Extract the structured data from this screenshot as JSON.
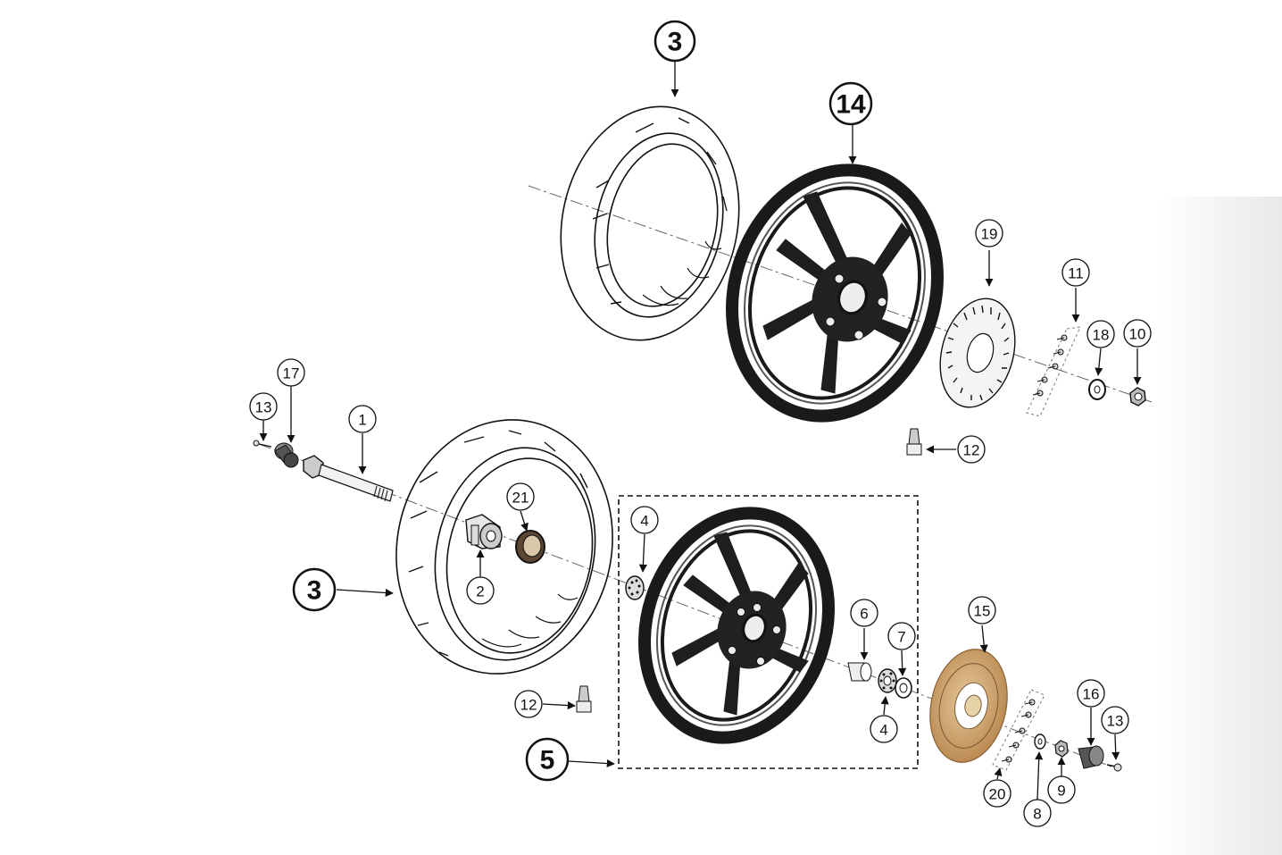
{
  "callouts": {
    "c1": "1",
    "c2": "2",
    "c3a": "3",
    "c3b": "3",
    "c4a": "4",
    "c4b": "4",
    "c5": "5",
    "c6": "6",
    "c7": "7",
    "c8": "8",
    "c9": "9",
    "c10": "10",
    "c11": "11",
    "c12a": "12",
    "c12b": "12",
    "c13a": "13",
    "c13b": "13",
    "c14": "14",
    "c15": "15",
    "c16": "16",
    "c17": "17",
    "c18": "18",
    "c19": "19",
    "c20": "20",
    "c21": "21"
  },
  "colors": {
    "line": "#111111",
    "rim": "#1a1a1a",
    "disc_gold": "#c9a06a",
    "disc_gray": "#f4f4f4",
    "side_shadow": "#eeeeee"
  }
}
